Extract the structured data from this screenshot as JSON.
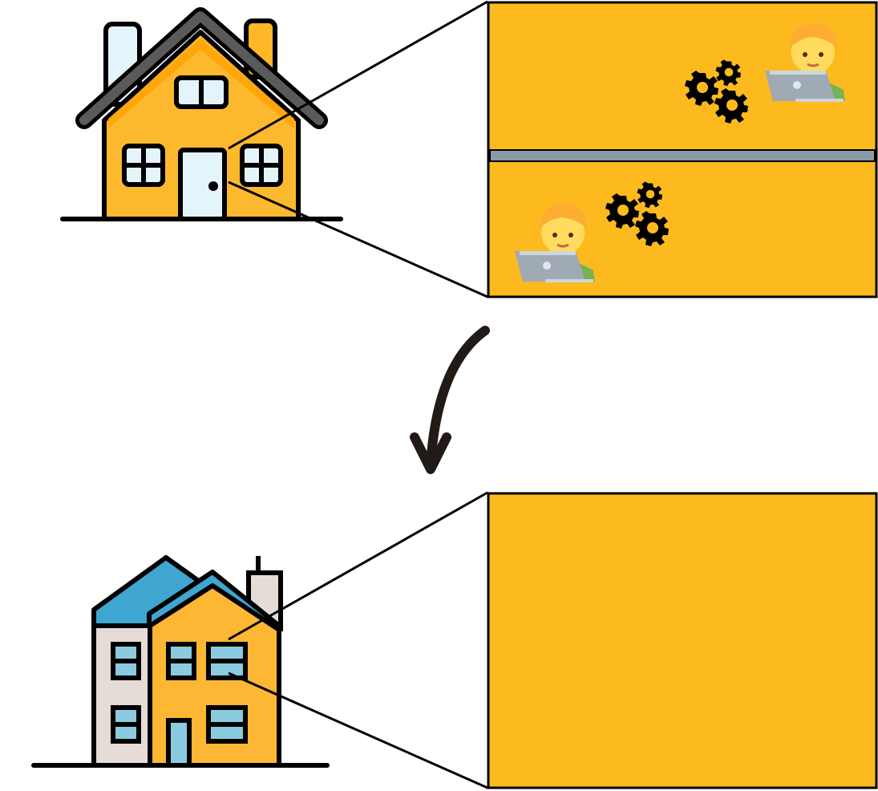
{
  "colors": {
    "background": "#ffffff",
    "panel_fill": "#FDBA1E",
    "panel_border": "#000000",
    "house_body": "#FDB92E",
    "house_roof_dark": "#5A5A5A",
    "house_roof_light": "#FFA70A",
    "house_window": "#E3F4FB",
    "house_chimney": "#E3F4FB",
    "building_roof": "#3FA6D2",
    "building_side": "#E5DCD8",
    "building_body": "#FDB734",
    "building_window": "#8BCBE0",
    "divider_fill": "#8A9BA8",
    "gear_color": "#000000",
    "arrow_color": "#221A16",
    "person_hair": "#FFAC33",
    "person_skin": "#FFDC5D",
    "person_shirt": "#77B255",
    "laptop": "#A0AAB4",
    "outline": "#000000"
  },
  "diagram": {
    "top": {
      "house_icon": "house-icon",
      "panel_icon": "two-room-split-panel",
      "rooms": [
        {
          "name": "upper-room",
          "icons": [
            "gears-icon",
            "developer-with-laptop-icon"
          ]
        },
        {
          "name": "lower-room",
          "icons": [
            "developer-with-laptop-icon",
            "gears-icon"
          ]
        }
      ]
    },
    "transition_icon": "curved-down-arrow-icon",
    "bottom": {
      "building_icon": "townhouse-building-icon",
      "panel_icon": "empty-panel"
    }
  }
}
